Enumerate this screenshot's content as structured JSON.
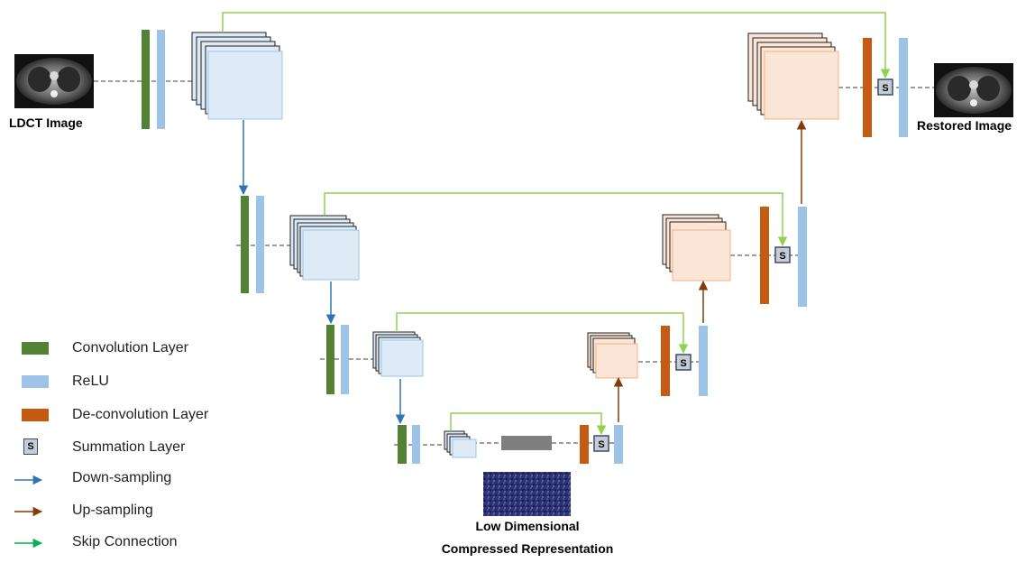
{
  "labels": {
    "input": "LDCT Image",
    "output": "Restored Image",
    "bottleneck_line1": "Low Dimensional",
    "bottleneck_line2": "Compressed Representation",
    "summation_symbol": "S"
  },
  "legend": [
    {
      "key": "conv",
      "label": "Convolution Layer",
      "color": "#548235"
    },
    {
      "key": "relu",
      "label": "ReLU",
      "color": "#9dc3e6"
    },
    {
      "key": "deconv",
      "label": "De-convolution Layer",
      "color": "#c55a11"
    },
    {
      "key": "sum",
      "label": "Summation Layer",
      "symbol": "S"
    },
    {
      "key": "down",
      "label": "Down-sampling",
      "color": "#2e75b6"
    },
    {
      "key": "up",
      "label": "Up-sampling",
      "color": "#843c0c"
    },
    {
      "key": "skip",
      "label": "Skip Connection",
      "color": "#00b050"
    }
  ],
  "colors": {
    "conv": "#548235",
    "relu": "#9dc3e6",
    "deconv": "#c55a11",
    "encoder_fill": "#deebf7",
    "decoder_fill": "#fbe5d6",
    "decoder_stroke": "#f4b183",
    "skip_line": "#92d050",
    "down_arrow": "#2e75b6",
    "up_arrow": "#843c0c",
    "dash_line": "#7f7f7f",
    "bottleneck_bar": "#7f7f7f",
    "sum_fill": "#c5ccd6"
  }
}
